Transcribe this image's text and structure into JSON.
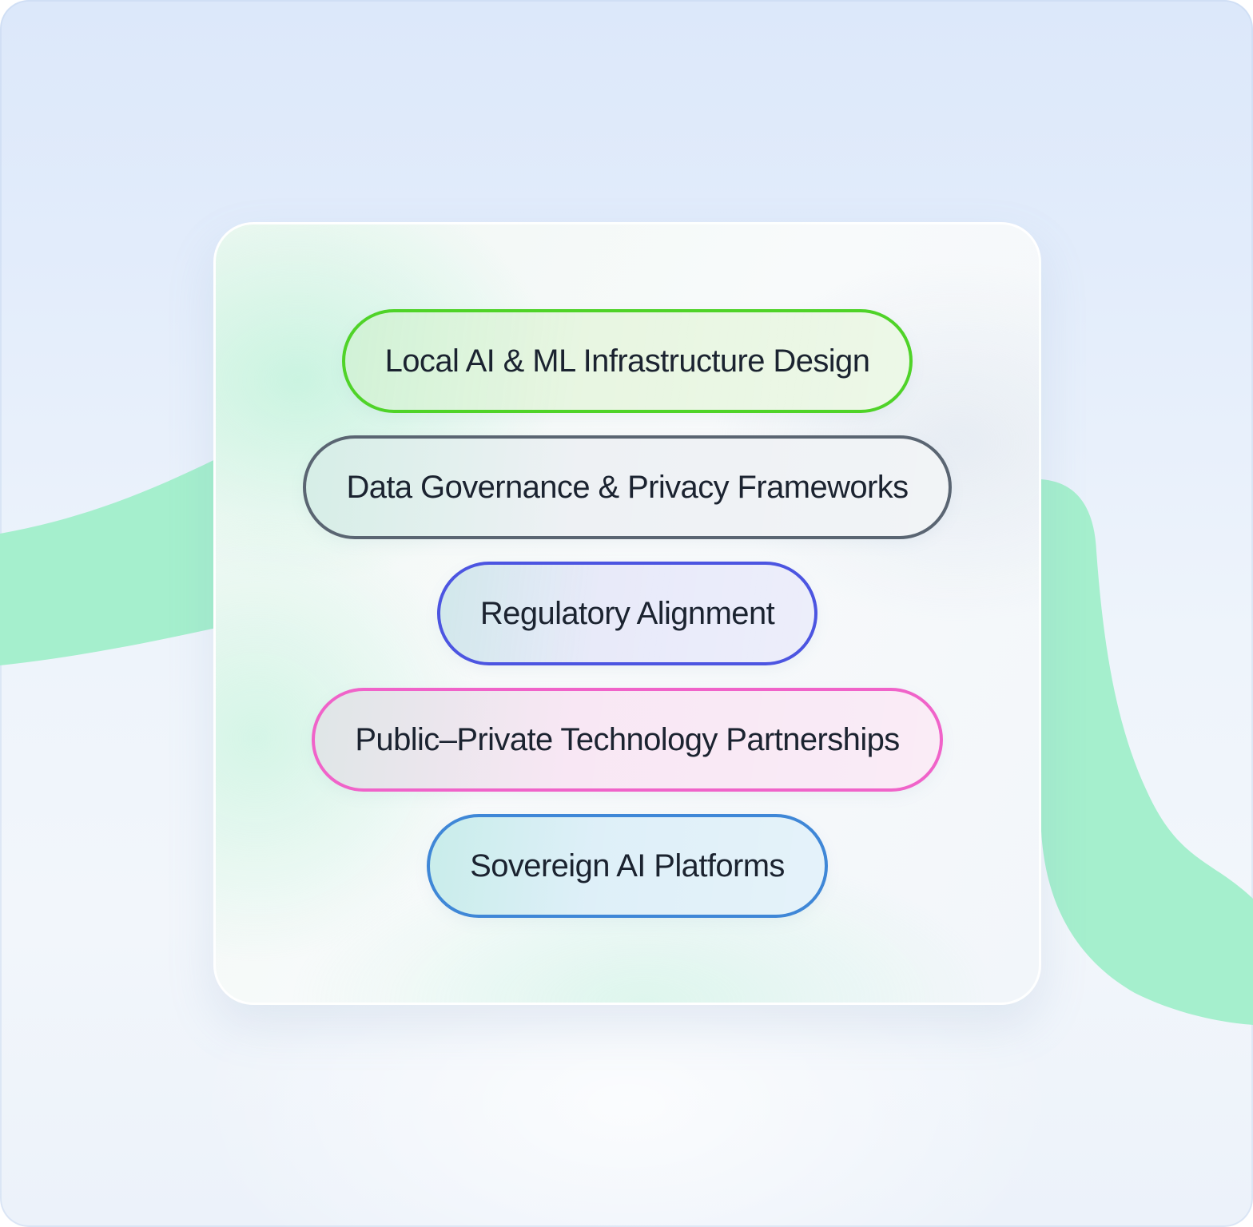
{
  "page": {
    "background_top_color": "#DCE8FA",
    "background_bottom_color": "#ECF2FA",
    "card_glow_color": "#A6F0CE"
  },
  "diagram": {
    "ribbon_color": "#A5EFCD",
    "text_color": "#1B2330",
    "items": [
      {
        "label": "Local AI & ML Infrastructure Design",
        "border_color": "#4FD328",
        "fill_color": "#E3F4DB"
      },
      {
        "label": "Data Governance & Privacy Frameworks",
        "border_color": "#5A6572",
        "fill_color": "#EAEEF2"
      },
      {
        "label": "Regulatory Alignment",
        "border_color": "#4C55E1",
        "fill_color": "#E3E5F8"
      },
      {
        "label": "Public–Private Technology Partnerships",
        "border_color": "#F063C9",
        "fill_color": "#F7E2F2"
      },
      {
        "label": "Sovereign AI Platforms",
        "border_color": "#3F87D7",
        "fill_color": "#D7ECF7"
      }
    ]
  }
}
